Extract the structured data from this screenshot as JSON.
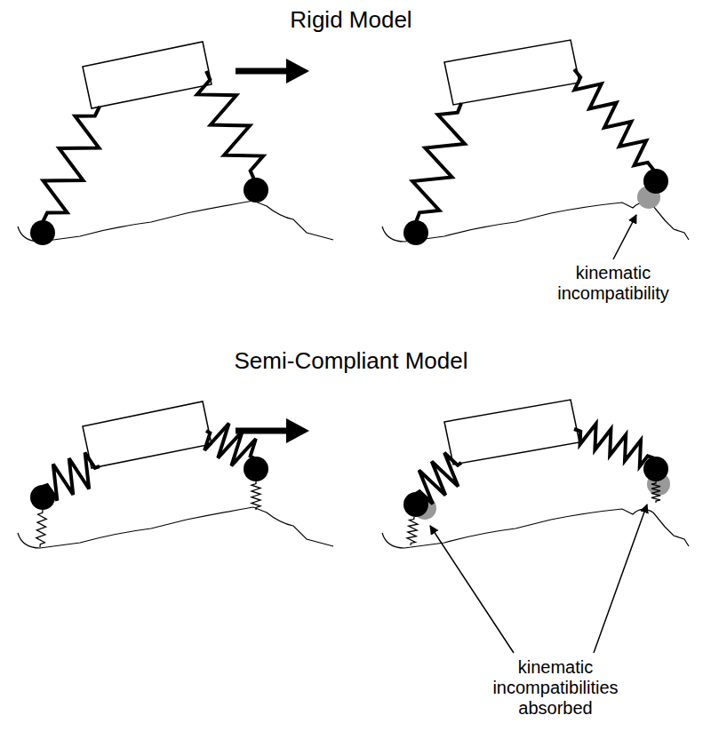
{
  "diagram": {
    "labels": [
      "Rigid Model",
      "kinematic incompatibility",
      "Semi-Compliant Model",
      "kinematic incompatibilities absorbed"
    ]
  }
}
